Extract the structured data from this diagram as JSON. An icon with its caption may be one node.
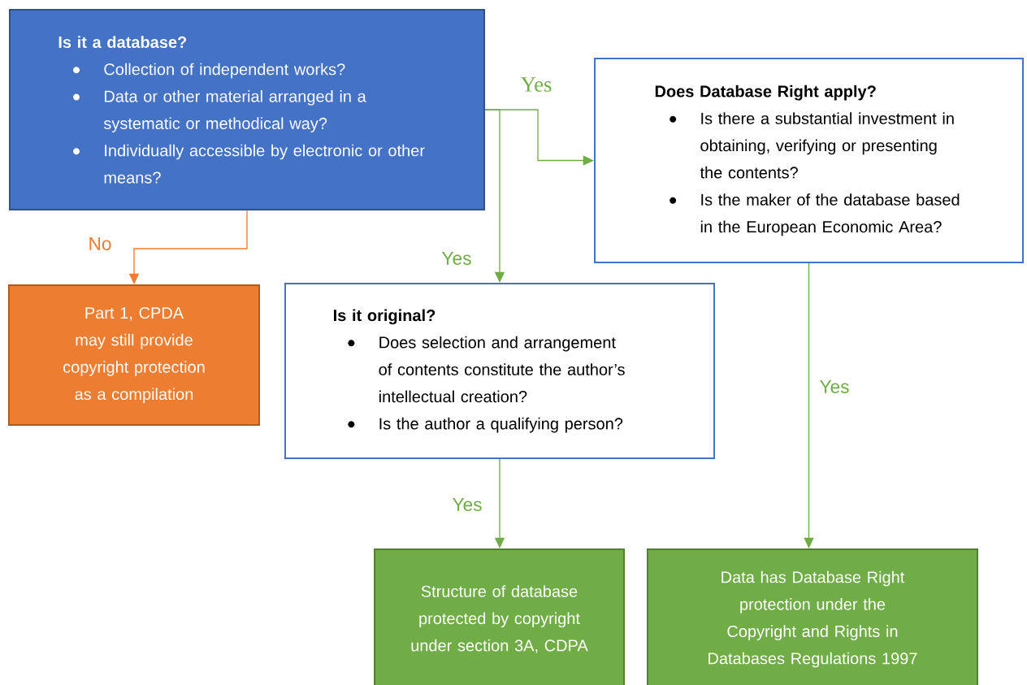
{
  "diagram": {
    "nodes": [
      {
        "text": [
          "Is it a database?",
          "Collection of independent works?",
          "Data or other material arranged in a systematic or methodical way?",
          "Individually accessible by electronic or other means?"
        ]
      },
      {
        "text": [
          "Does Database Right apply?",
          "Is there a substantial investment in obtaining, verifying or presenting the contents?",
          "Is the maker of the database based in the European Economic Area?"
        ]
      },
      {
        "text": [
          "Part 1, CPDA may still provide copyright protection as a compilation"
        ]
      },
      {
        "text": [
          "Is it original?",
          "Does selection and arrangement of contents constitute the author’s intellectual creation?",
          "Is the author a qualifying person?"
        ]
      },
      {
        "text": [
          "Structure of database protected by copyright under section 3A, CDPA"
        ]
      },
      {
        "text": [
          "Data has Database Right protection under the Copyright and Rights in Databases Regulations 1997"
        ]
      }
    ],
    "edges": [
      {
        "from": 0,
        "to": 1,
        "arrow": "to",
        "label": "Yes"
      },
      {
        "from": 0,
        "to": 3,
        "arrow": "to",
        "label": "Yes"
      },
      {
        "from": 0,
        "to": 2,
        "arrow": "to",
        "label": "No",
        "color": "#ed7d31"
      },
      {
        "from": 3,
        "to": 4,
        "arrow": "to",
        "label": "Yes"
      },
      {
        "from": 1,
        "to": 5,
        "arrow": "to",
        "label": "Yes"
      }
    ]
  }
}
